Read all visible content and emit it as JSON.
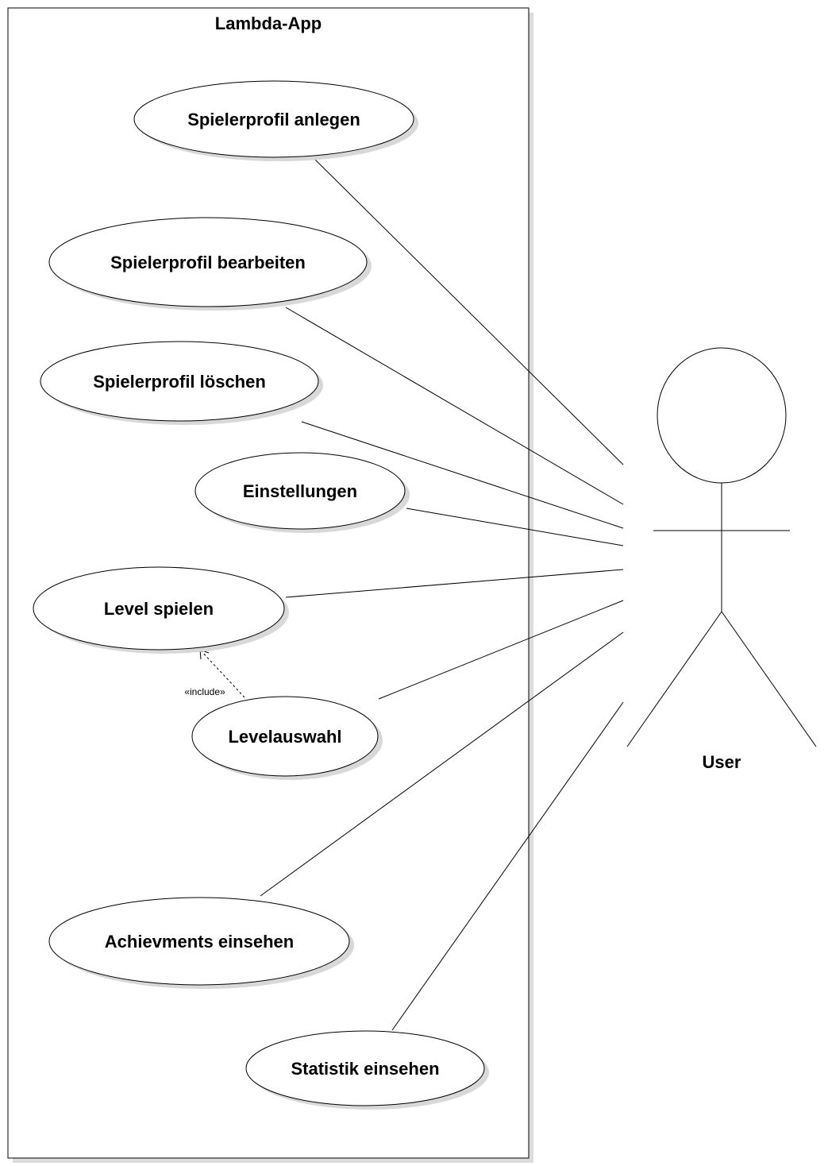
{
  "system": {
    "title": "Lambda-App"
  },
  "actor": {
    "name": "User"
  },
  "use_cases": [
    {
      "id": "uc-anlegen",
      "label": "Spielerprofil anlegen"
    },
    {
      "id": "uc-bearbeiten",
      "label": "Spielerprofil bearbeiten"
    },
    {
      "id": "uc-loeschen",
      "label": "Spielerprofil löschen"
    },
    {
      "id": "uc-einstellungen",
      "label": "Einstellungen"
    },
    {
      "id": "uc-level",
      "label": "Level spielen"
    },
    {
      "id": "uc-levelauswahl",
      "label": "Levelauswahl"
    },
    {
      "id": "uc-achievements",
      "label": "Achievments einsehen"
    },
    {
      "id": "uc-statistik",
      "label": "Statistik einsehen"
    }
  ],
  "relationships": [
    {
      "from": "uc-levelauswahl",
      "to": "uc-level",
      "stereotype": "«include»"
    }
  ]
}
